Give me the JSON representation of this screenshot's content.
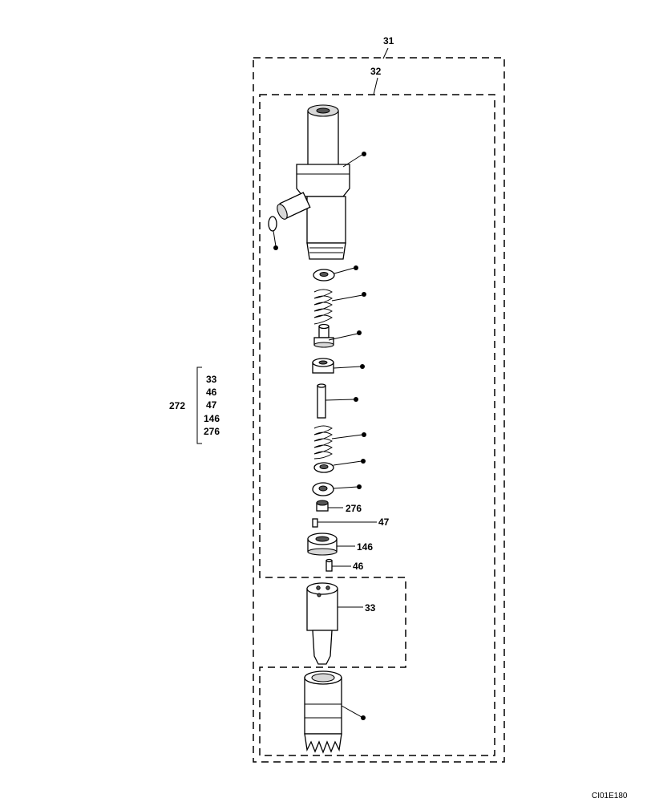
{
  "figure_code": "CI01E180",
  "assembly_labels": {
    "outer": "31",
    "inner": "32"
  },
  "kit": {
    "label": "272",
    "items": [
      "33",
      "46",
      "47",
      "146",
      "276"
    ]
  },
  "callouts": {
    "ring_276": "276",
    "pin_47": "47",
    "holder_146": "146",
    "pin_46": "46",
    "nozzle_33": "33"
  }
}
